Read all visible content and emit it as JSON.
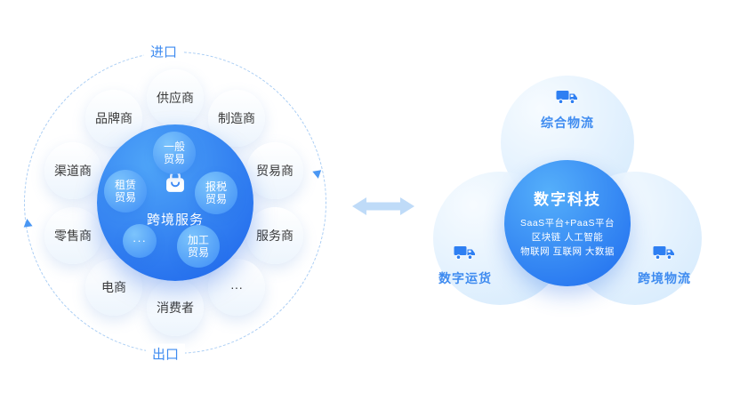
{
  "left_diagram": {
    "ring_labels": {
      "top": "进口",
      "bottom": "出口"
    },
    "center": {
      "label": "跨境服务"
    },
    "trade_bubbles": [
      {
        "label": "一般贸易"
      },
      {
        "label": "报税贸易"
      },
      {
        "label": "租赁贸易"
      },
      {
        "label": "加工贸易"
      },
      {
        "label": "···"
      }
    ],
    "satellites": [
      {
        "label": "供应商"
      },
      {
        "label": "制造商"
      },
      {
        "label": "贸易商"
      },
      {
        "label": "服务商"
      },
      {
        "label": "···"
      },
      {
        "label": "消费者"
      },
      {
        "label": "电商"
      },
      {
        "label": "零售商"
      },
      {
        "label": "渠道商"
      },
      {
        "label": "品牌商"
      }
    ]
  },
  "right_diagram": {
    "center": {
      "title": "数字科技",
      "lines": [
        "SaaS平台+PaaS平台",
        "区块链 人工智能",
        "物联网 互联网 大数据"
      ]
    },
    "nodes": [
      {
        "label": "综合物流"
      },
      {
        "label": "数字运货"
      },
      {
        "label": "跨境物流"
      }
    ]
  },
  "colors": {
    "primary_blue": "#2E7FF2",
    "deep_blue": "#1C63EB",
    "light_blue": "#BFDBF8",
    "label_blue": "#3E8BF0"
  }
}
